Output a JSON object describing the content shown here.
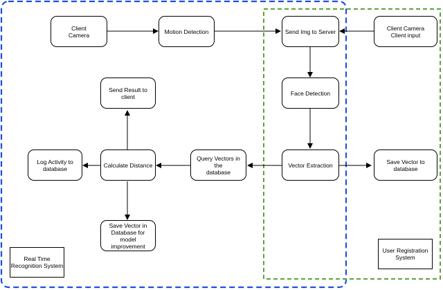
{
  "colors": {
    "realtime_border": "#1f4fe0",
    "registration_border": "#5aa33c",
    "node_border": "#000000",
    "arrow": "#000000"
  },
  "nodes": {
    "client_camera": "Client\nCamera",
    "motion_detection": "Motion Detection",
    "send_img": "Send Img to Server",
    "client_camera_input": "Client Camera\nClient input",
    "send_result": "Send Result to client",
    "face_detection": "Face Detection",
    "log_activity": "Log Activity to\ndatabase",
    "calculate_distance": "Calculate Distance",
    "query_vectors": "Query Vectors in the\ndatabase",
    "vector_extraction": "Vector Extraction",
    "save_vector": "Save Vector to\ndatabase",
    "save_vector_improvement": "Save Vector in\nDatabase for model\nimprovement"
  },
  "legends": {
    "realtime": "Real Time\nRecognition System",
    "registration": "User Registration\nSystem"
  }
}
